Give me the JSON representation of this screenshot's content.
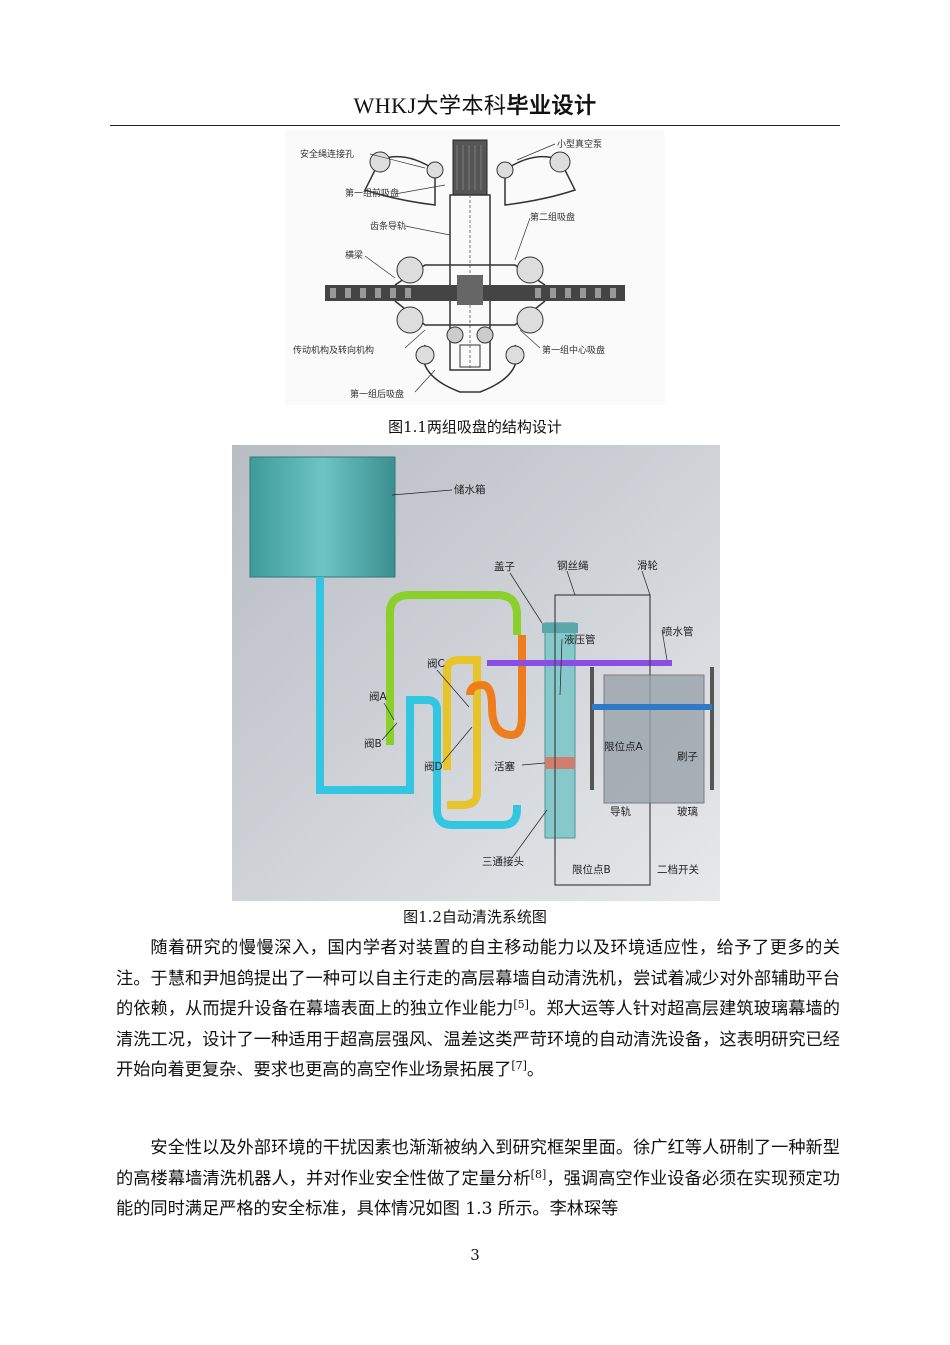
{
  "header": {
    "thin": "WHKJ大学本科",
    "bold": "毕业设计"
  },
  "figure1": {
    "caption": "图1.1两组吸盘的结构设计",
    "labels": {
      "rope_hole": "安全绳连接孔",
      "vacuum_pump": "小型真空泵",
      "front_suction": "第一组前吸盘",
      "rack_rail": "齿条导轨",
      "second_suction": "第二组吸盘",
      "crossbeam": "横梁",
      "drive": "传动机构及转向机构",
      "center_suction": "第一组中心吸盘",
      "rear_suction": "第一组后吸盘"
    }
  },
  "figure2": {
    "caption": "图1.2自动清洗系统图",
    "labels": {
      "tank": "储水箱",
      "cover": "盖子",
      "wire": "钢丝绳",
      "pulley": "滑轮",
      "spray": "喷水管",
      "hydraulic": "液压管",
      "valve_c": "阀C",
      "valve_a": "阀A",
      "valve_b": "阀B",
      "valve_d": "阀D",
      "piston": "活塞",
      "limit_a": "限位点A",
      "brush": "刷子",
      "rail": "导轨",
      "glass": "玻璃",
      "tee": "三通接头",
      "limit_b": "限位点B",
      "switch": "二档开关"
    }
  },
  "paragraphs": {
    "p1_a": "随着研究的慢慢深入，国内学者对装置的自主移动能力以及环境适应性，给予了更多的关注。于慧和尹旭鸽提出了一种可以自主行走的高层幕墙自动清洗机，尝试着减少对外部辅助平台的依赖，从而提升设备在幕墙表面上的独立作业能力",
    "p1_ref1": "[5]",
    "p1_b": "。郑大运等人针对超高层建筑玻璃幕墙的清洗工况，设计了一种适用于超高层强风、温差这类严苛环境的自动清洗设备，这表明研究已经开始向着更复杂、要求也更高的高空作业场景拓展了",
    "p1_ref2": "[7]",
    "p1_c": "。",
    "p2_a": "安全性以及外部环境的干扰因素也渐渐被纳入到研究框架里面。徐广红等人研制了一种新型的高楼幕墙清洗机器人，并对作业安全性做了定量分析",
    "p2_ref1": "[8]",
    "p2_b": "，强调高空作业设备必须在实现预定功能的同时满足严格的安全标准，具体情况如图 1.3 所示。李林琛等"
  },
  "page_number": "3"
}
